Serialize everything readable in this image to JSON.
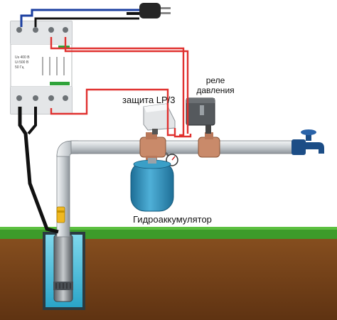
{
  "labels": {
    "relay_line1": "реле",
    "relay_line2": "давления",
    "protection": "защита LP/3",
    "accumulator": "Гидроаккумулятор"
  },
  "breaker_text": {
    "rating_1": "Us 400 В",
    "rating_2": "Ui 500 В",
    "rating_3": "50 Гц"
  },
  "colors": {
    "phase_wire": "#e0312f",
    "neutral_wire": "#1b3fa0",
    "power_cable": "#111111",
    "pipe": "#cfd3d6",
    "fitting": "#c98a6a",
    "tank": "#2f8fb9",
    "faucet": "#1c4d86",
    "soil": "#7a4418",
    "grass": "#3d9b2a",
    "water": "#6fd0e6"
  },
  "icons": [
    "plug-icon",
    "faucet-icon",
    "pressure-gauge-icon",
    "circuit-breaker-icon"
  ]
}
